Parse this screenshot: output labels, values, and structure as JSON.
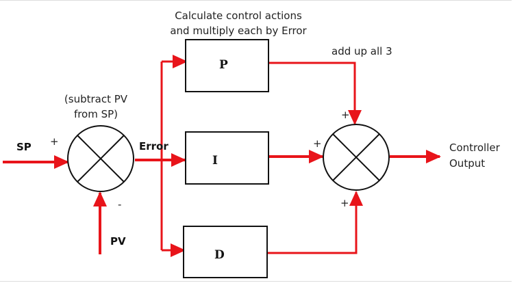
{
  "title_line1": "Calculate control actions",
  "title_line2": "and multiply each by Error",
  "sum_note": "add up all 3",
  "subtract_line1": "(subtract PV",
  "subtract_line2": "from SP)",
  "sp": "SP",
  "pv": "PV",
  "error": "Error",
  "plus": "+",
  "minus": "-",
  "blocks": {
    "p": "P",
    "i": "I",
    "d": "D"
  },
  "output_line1": "Controller",
  "output_line2": "Output",
  "colors": {
    "signal": "#e8141a",
    "stroke": "#111111"
  }
}
